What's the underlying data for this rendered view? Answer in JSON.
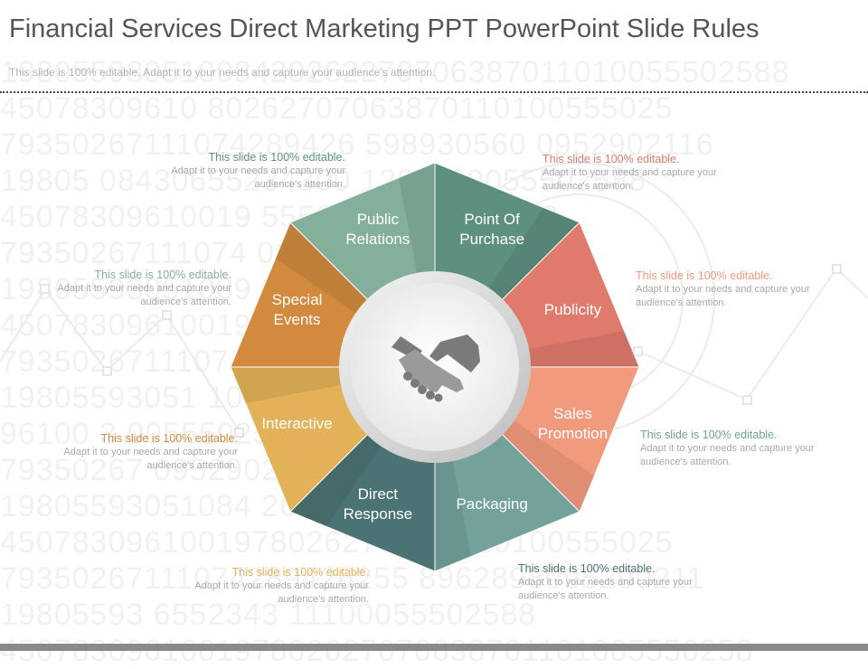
{
  "header": {
    "title": "Financial Services Direct Marketing PPT PowerPoint Slide Rules",
    "subtitle": "This slide is 100% editable. Adapt it to your needs and capture your audience's attention."
  },
  "background_digits": [
    "19805593051008420262270706387011010055502588",
    "45078309610 80262707063870110100555025",
    "79350267111074289426 598930560 0952902116",
    "19805 08430655234300 1281100055502588",
    "45078309610019 55503 00505550258",
    "79350267111074 01 095290211",
    "19805593051089 37 100555025",
    "45078309610019 02 0055502588",
    "79350267111074 1 09529021",
    "19805593051 100555025",
    "96100 3 00555025",
    "79350267 09529021",
    "19805593051084 26311000",
    "45078309610019780262707 10110100555025",
    "79350267111074289426255 8962898095290211",
    "19805593 6552343 11100055502588",
    "450783096100197802627070638701101005550258"
  ],
  "segments": [
    {
      "label": "Point Of\nPurchase",
      "color": "#5e9080"
    },
    {
      "label": "Publicity",
      "color": "#e07a6d"
    },
    {
      "label": "Sales\nPromotion",
      "color": "#f29a7d"
    },
    {
      "label": "Packaging",
      "color": "#73a19c"
    },
    {
      "label": "Direct\nResponse",
      "color": "#4c7374"
    },
    {
      "label": "Interactive",
      "color": "#e3b258"
    },
    {
      "label": "Special\nEvents",
      "color": "#d18a3e"
    },
    {
      "label": "Public\nRelations",
      "color": "#84b09b"
    }
  ],
  "callouts": [
    {
      "head": "This slide is 100% editable.",
      "body": "Adapt it to your needs and capture your audience's attention.",
      "color": "#5e9080"
    },
    {
      "head": "This slide is 100% editable.",
      "body": "Adapt it to your needs and capture your audience's attention.",
      "color": "#e07a6d"
    },
    {
      "head": "This slide is 100% editable.",
      "body": "Adapt it to your needs and capture your audience's attention.",
      "color": "#f29a7d"
    },
    {
      "head": "This slide is 100% editable.",
      "body": "Adapt it to your needs and capture your audience's attention.",
      "color": "#73a19c"
    },
    {
      "head": "This slide is 100% editable.",
      "body": "Adapt it to your needs and capture your audience's attention.",
      "color": "#4c7374"
    },
    {
      "head": "This slide is 100% editable.",
      "body": "Adapt it to your needs and capture your audience's attention.",
      "color": "#e3b258"
    },
    {
      "head": "This slide is 100% editable.",
      "body": "Adapt it to your needs and capture your audience's attention.",
      "color": "#d18a3e"
    },
    {
      "head": "This slide is 100% editable.",
      "body": "Adapt it to your needs and capture your audience's attention.",
      "color": "#84b09b"
    }
  ],
  "center_icon": "handshake-icon"
}
